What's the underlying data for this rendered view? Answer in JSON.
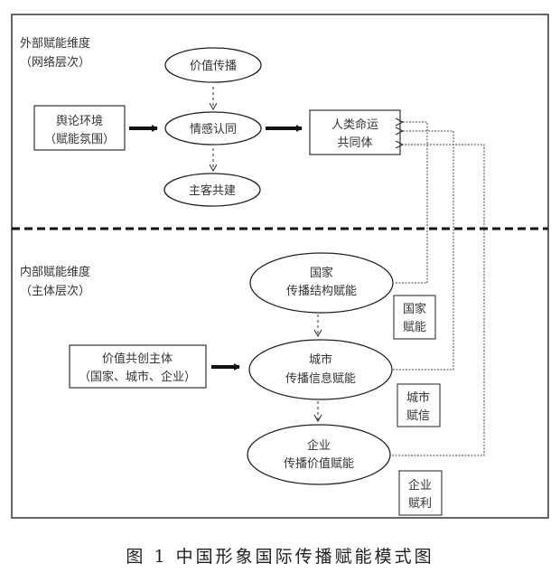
{
  "outer_section": {
    "title": "外部赋能维度",
    "subtitle": "（网络层次）",
    "source_box": {
      "line1": "舆论环境",
      "line2": "（赋能氛围）"
    },
    "nodes": [
      {
        "id": "value-spread",
        "label": "价值传播"
      },
      {
        "id": "emotional-identity",
        "label": "情感认同"
      },
      {
        "id": "co-construction",
        "label": "主客共建"
      }
    ],
    "target_box": {
      "line1": "人类命运",
      "line2": "共同体"
    }
  },
  "inner_section": {
    "title": "内部赋能维度",
    "subtitle": "（主体层次）",
    "source_box": {
      "line1": "价值共创主体",
      "line2": "（国家、城市、企业）"
    },
    "nodes": [
      {
        "id": "country",
        "line1": "国家",
        "line2": "传播结构赋能",
        "tag_line1": "国家",
        "tag_line2": "赋能"
      },
      {
        "id": "city",
        "line1": "城市",
        "line2": "传播信息赋能",
        "tag_line1": "城市",
        "tag_line2": "赋信"
      },
      {
        "id": "enterprise",
        "line1": "企业",
        "line2": "传播价值赋能",
        "tag_line1": "企业",
        "tag_line2": "赋利"
      }
    ]
  },
  "caption": "图 1 中国形象国际传播赋能模式图"
}
